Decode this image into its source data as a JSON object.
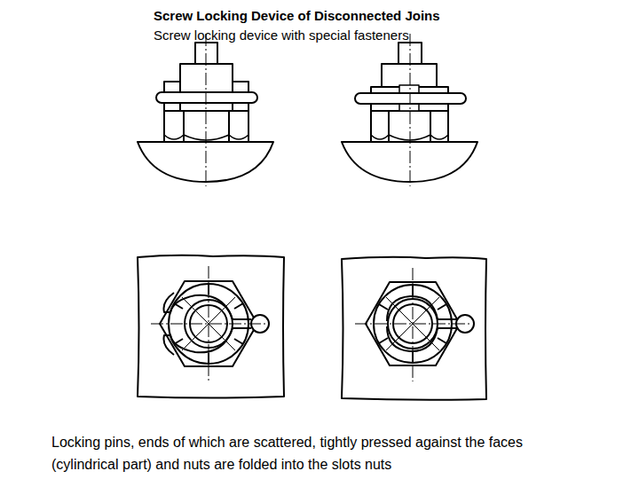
{
  "diagram": {
    "title": "Screw Locking Device of Disconnected Joins",
    "labels": [
      "Screw locking device with special fasteners"
    ],
    "caption": "Locking pins, ends of which are scattered, tightly pressed against the faces (cylindrical part) and nuts are folded into the slots nuts"
  }
}
